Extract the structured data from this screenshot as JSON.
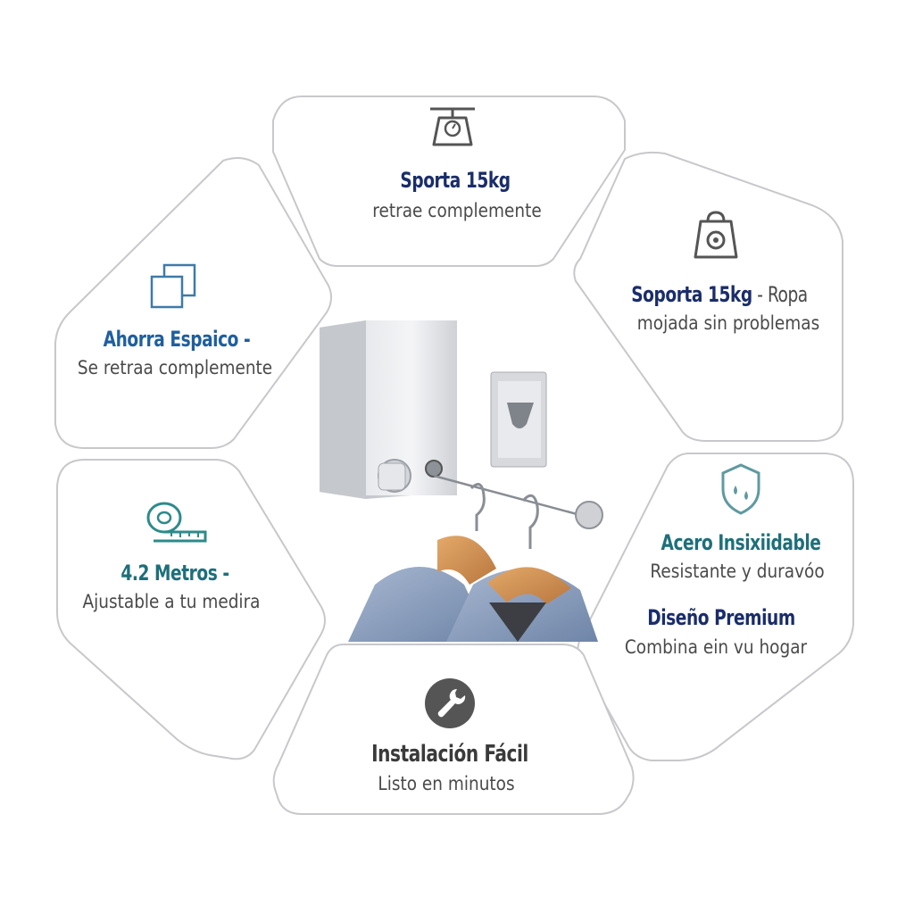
{
  "panels": {
    "top": {
      "title": "Sporta 15kg",
      "subtitle": "retrae complemente",
      "icon": "scale-icon",
      "title_color": "#1a2d6b"
    },
    "top_right": {
      "title": "Soportа 15kg",
      "title_dash": " - Ropa",
      "subtitle": "mojada sin problemas",
      "icon": "weight-icon",
      "title_color": "#1a2d6b"
    },
    "left_top": {
      "title": "Ahorra Espaico -",
      "subtitle": "Se retraa complemente",
      "icon": "squares-icon",
      "title_color": "#1f5f9e"
    },
    "left_bottom": {
      "title": "4.2 Metros -",
      "subtitle": "Ajustable a tu medira",
      "icon": "tape-measure-icon",
      "title_color": "#1e6f7a"
    },
    "right_bottom": {
      "title": "Acero Insixiidable",
      "subtitle": "Resistante y duravóo",
      "title2": "Diseño Premium",
      "subtitle2": "Combina ein vu hogar",
      "icon": "shield-drops-icon",
      "title_color": "#1e6f7a",
      "title2_color": "#1a2d6b"
    },
    "bottom": {
      "title": "Instalación Fácil",
      "subtitle": "Listo en minutos",
      "icon": "wrench-icon",
      "title_color": "#3a3a3a"
    }
  },
  "colors": {
    "panel_border": "#c8c8cc",
    "icon_teal": "#4f8f96",
    "icon_gray": "#555555"
  }
}
